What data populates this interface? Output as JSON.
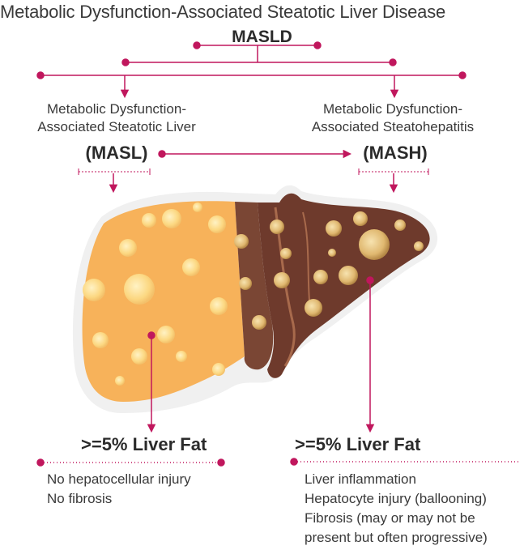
{
  "title": "Metabolic Dysfunction-Associated Steatotic Liver Disease",
  "masld": "MASLD",
  "masl": {
    "name_line1": "Metabolic Dysfunction-",
    "name_line2": "Associated Steatotic Liver",
    "abbr": "(MASL)",
    "fat": ">=5% Liver Fat",
    "features": [
      "No hepatocellular injury",
      "No fibrosis"
    ]
  },
  "mash": {
    "name_line1": "Metabolic Dysfunction-",
    "name_line2": "Associated Steatohepatitis",
    "abbr": "(MASH)",
    "fat": ">=5% Liver Fat",
    "features": [
      "Liver inflammation",
      "Hepatocyte injury (ballooning)",
      "Fibrosis (may or may not be",
      "present but often progressive)"
    ]
  },
  "colors": {
    "accent": "#c0175d",
    "healthy_liver": "#f7b25a",
    "damaged_liver": "#6e3a2c",
    "fat_droplet": "#fde39a"
  }
}
